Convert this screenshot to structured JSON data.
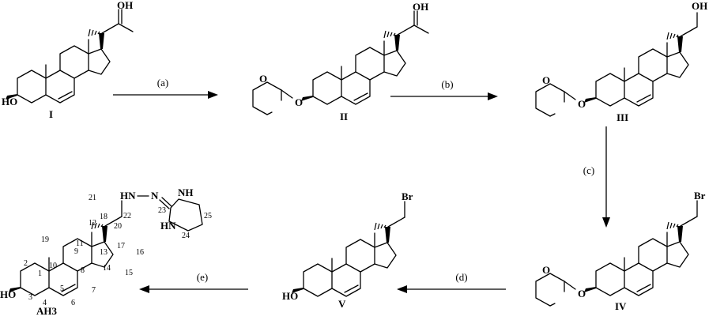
{
  "compounds": [
    {
      "label": "I",
      "atoms": [
        "OH",
        "HO"
      ]
    },
    {
      "label": "II",
      "atoms": [
        "O",
        "O",
        "OH"
      ]
    },
    {
      "label": "III",
      "atoms": [
        "O",
        "O",
        "OH"
      ]
    },
    {
      "label": "IV",
      "atoms": [
        "O",
        "O",
        "Br"
      ]
    },
    {
      "label": "V",
      "atoms": [
        "HO",
        "Br"
      ]
    },
    {
      "label": "AH3",
      "atoms": [
        "HO",
        "HN",
        "N",
        "NH",
        "HN"
      ]
    }
  ],
  "steps": [
    "(a)",
    "(b)",
    "(c)",
    "(d)",
    "(e)"
  ],
  "numbering": [
    "1",
    "2",
    "3",
    "4",
    "5",
    "6",
    "7",
    "8",
    "9",
    "10",
    "11",
    "12",
    "13",
    "14",
    "15",
    "16",
    "17",
    "18",
    "19",
    "20",
    "21",
    "22",
    "23",
    "24",
    "25"
  ]
}
